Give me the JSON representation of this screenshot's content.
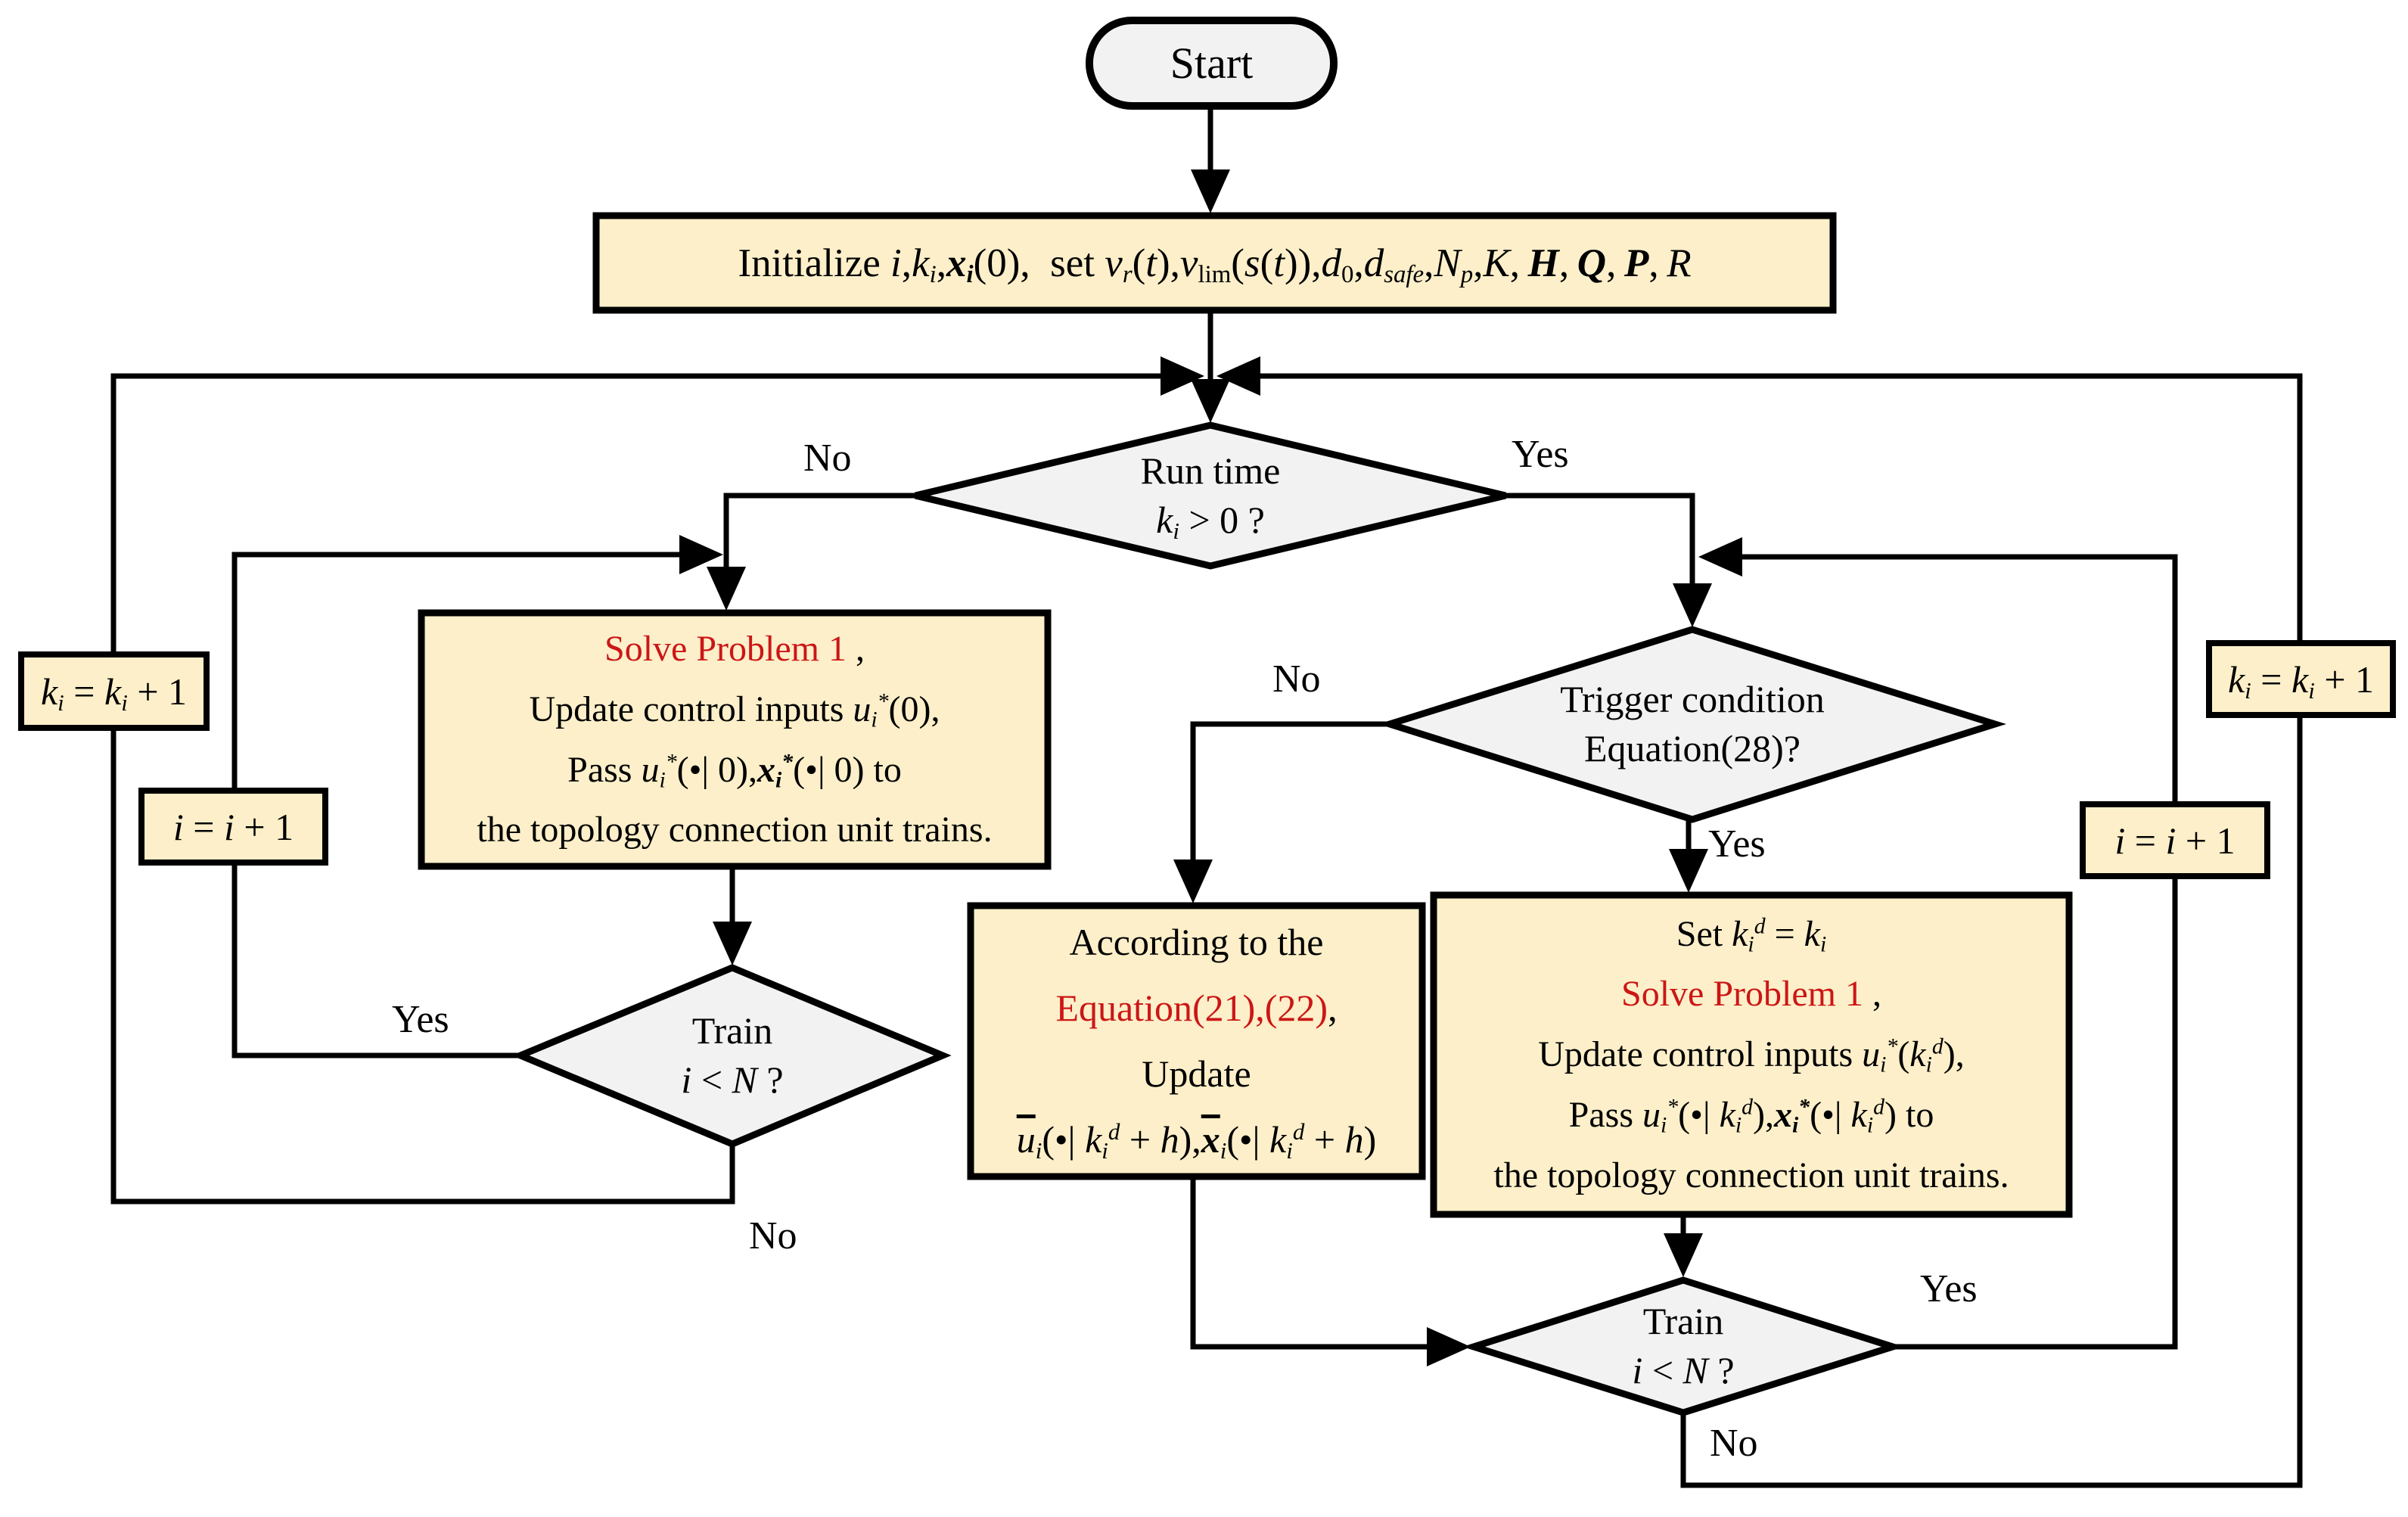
{
  "colors": {
    "process_fill": "#fcefc9",
    "decision_fill": "#f2f2f2",
    "line_stroke": "#000000",
    "accent_red": "#cc1616"
  },
  "nodes": {
    "start": {
      "label": "Start"
    },
    "initialize": {
      "html": "Initialize <i>i</i>,<i>k<sub>i</sub></i>,<b><i>x<sub>i</sub></i></b>(0),&ensp;set <i>v<sub>r</sub></i>(<i>t</i>),<i>v</i><sub>lim</sub>(<i>s</i>(<i>t</i>)),<i>d</i><sub>0</sub>,<i>d<sub>safe</sub></i>,<i>N<sub>p</sub></i>,<i>K</i>,&thinsp;<b><i>H</i></b>,&thinsp;<b><i>Q</i></b>,&thinsp;<b><i>P</i></b>,&thinsp;<i>R</i>"
    },
    "run_time_decision": {
      "lines": [
        "Run time",
        "<i>k<sub>i</sub></i> &gt; 0 ?"
      ]
    },
    "solve_problem_left": {
      "lines": [
        "<span class=\"red\">Solve Problem 1</span> ,",
        "Update control inputs <i>u<sub>i</sub><sup>*</sup></i>(0),",
        "Pass <i>u<sub>i</sub><sup>*</sup></i>(&bull;| 0),<b><i>x<sub>i</sub><sup>*</sup></i></b>(&bull;| 0) to",
        "the topology connection unit trains."
      ]
    },
    "train_decision_left": {
      "lines": [
        "Train",
        "<i>i</i> &lt; <i>N</i> ?"
      ]
    },
    "k_increment_left": {
      "html": "<i>k<sub>i</sub></i> = <i>k<sub>i</sub></i> + 1"
    },
    "i_increment_left": {
      "html": "<i>i</i> = <i>i</i> + 1"
    },
    "trigger_decision": {
      "lines": [
        "Trigger condition",
        "Equation(28)?"
      ]
    },
    "according_update": {
      "lines": [
        "According to the",
        "<span class=\"red\">Equation(21),(22)</span>,",
        "Update",
        "<span class=\"ol\"><i>u</i></span><i><sub>i</sub></i>(&bull;| <i>k<sub>i</sub><sup>d</sup></i> + <i>h</i>),<span class=\"ol\"><b><i>x</i></b></span><i><sub>i</sub></i>(&bull;| <i>k<sub>i</sub><sup>d</sup></i> + <i>h</i>)"
      ]
    },
    "set_solve_problem_right": {
      "lines": [
        "Set  <i>k<sub>i</sub><sup>d</sup></i> = <i>k<sub>i</sub></i>",
        "<span class=\"red\">Solve Problem 1</span> ,",
        "Update control inputs <i>u<sub>i</sub><sup>*</sup></i>(<i>k<sub>i</sub><sup>d</sup></i>),",
        "Pass <i>u<sub>i</sub><sup>*</sup></i>(&bull;| <i>k<sub>i</sub><sup>d</sup></i>),<b><i>x<sub>i</sub><sup>*</sup></i></b>(&bull;| <i>k<sub>i</sub><sup>d</sup></i>)  to",
        "the topology connection unit trains."
      ]
    },
    "train_decision_bottom": {
      "lines": [
        "Train",
        "<i>i</i> &lt; <i>N</i> ?"
      ]
    },
    "k_increment_right": {
      "html": "<i>k<sub>i</sub></i> = <i>k<sub>i</sub></i> + 1"
    },
    "i_increment_right": {
      "html": "<i>i</i> = <i>i</i> + 1"
    }
  },
  "labels": {
    "run_time_no": "No",
    "run_time_yes": "Yes",
    "trigger_no": "No",
    "trigger_yes": "Yes",
    "train_left_yes": "Yes",
    "train_left_no": "No",
    "train_bottom_yes": "Yes",
    "train_bottom_no": "No"
  }
}
